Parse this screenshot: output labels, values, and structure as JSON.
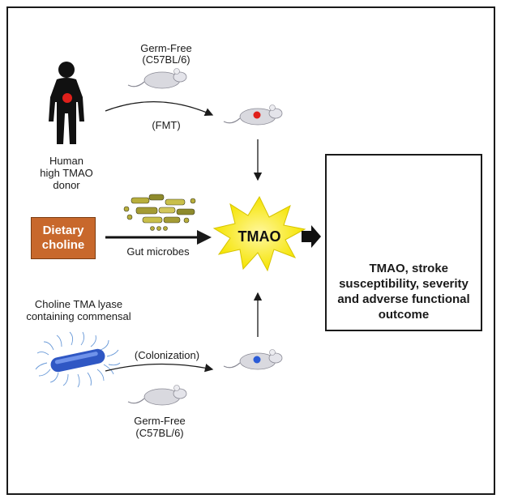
{
  "top_mouse_label": [
    "Germ-Free",
    "(C57BL/6)"
  ],
  "fmt_label": "(FMT)",
  "donor_label": [
    "Human",
    "high TMAO",
    "donor"
  ],
  "dietary_choline": "Dietary\ncholine",
  "gut_microbes_label": "Gut microbes",
  "tmao_label": "TMAO",
  "commensal_label": [
    "Choline TMA lyase",
    "containing commensal"
  ],
  "colonization_label": "(Colonization)",
  "bottom_mouse_label": [
    "Germ-Free",
    "(C57BL/6)"
  ],
  "outcome_text": "TMAO, stroke susceptibility, severity and adverse functional outcome",
  "colors": {
    "choline_box": "#c8682c",
    "tmao_burst": "#f5e400",
    "red_dot": "#e0201b",
    "blue_dot": "#2a5bd7",
    "up_arrow": "#d9211d",
    "microbes": "#b8ae3c"
  },
  "icons": [
    "human-silhouette-icon",
    "mouse-icon",
    "gut-microbes-icon",
    "bacterium-icon",
    "head-brain-icon",
    "lightning-icon",
    "up-arrow-icon"
  ]
}
